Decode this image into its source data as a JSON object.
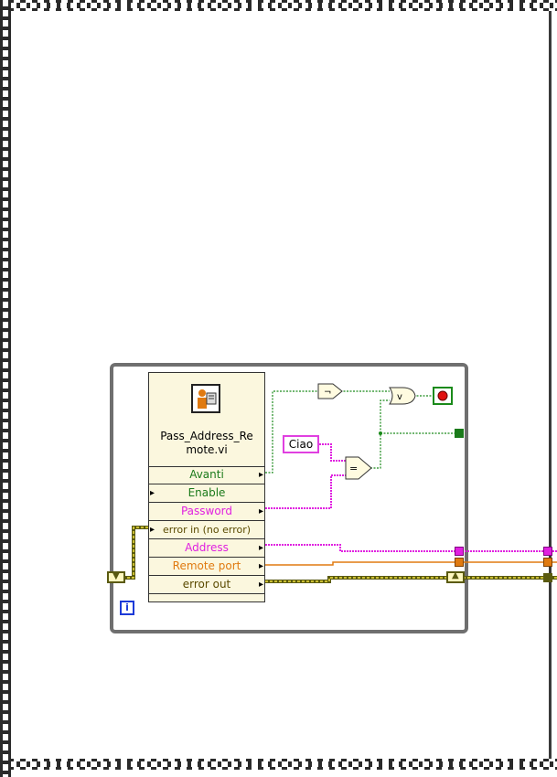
{
  "subvi": {
    "name": "Pass_Address_Remote.vi",
    "name_line1": "Pass_Address_Re",
    "name_line2": "mote.vi",
    "terminals": [
      {
        "label": "Avanti",
        "color": "#1a7a1a"
      },
      {
        "label": "Enable",
        "color": "#1a7a1a"
      },
      {
        "label": "Password",
        "color": "#e020e0"
      },
      {
        "label": "error in (no error)",
        "color": "#5a4a00"
      },
      {
        "label": "Address",
        "color": "#e020e0"
      },
      {
        "label": "Remote port",
        "color": "#e07a10"
      },
      {
        "label": "error out",
        "color": "#5a4a00"
      }
    ]
  },
  "string_constant": "Ciao",
  "iteration_terminal": "i",
  "colors": {
    "boolean_wire": "#1a8a1a",
    "string_wire": "#e020e0",
    "numeric_wire": "#e07a10",
    "error_wire": "#5a5a10",
    "loop_frame": "#6f6f6f"
  }
}
